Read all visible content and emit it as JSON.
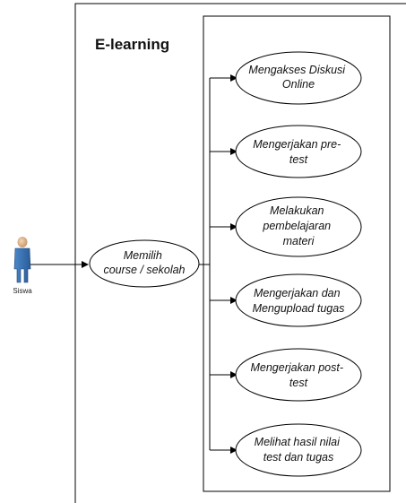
{
  "diagram": {
    "type": "use-case",
    "system_title": "E-learning",
    "actor": {
      "label": "Siswa"
    },
    "entry_use_case": {
      "lines": [
        "Memilih",
        "course / sekolah"
      ]
    },
    "use_cases": [
      {
        "lines": [
          "Mengakses Diskusi",
          "Online"
        ]
      },
      {
        "lines": [
          "Mengerjakan pre-",
          "test"
        ]
      },
      {
        "lines": [
          "Melakukan",
          "pembelajaran",
          "materi"
        ]
      },
      {
        "lines": [
          "Mengerjakan dan",
          "Mengupload tugas"
        ]
      },
      {
        "lines": [
          "Mengerjakan post-",
          "test"
        ]
      },
      {
        "lines": [
          "Melihat hasil nilai",
          "test dan tugas"
        ]
      }
    ]
  }
}
